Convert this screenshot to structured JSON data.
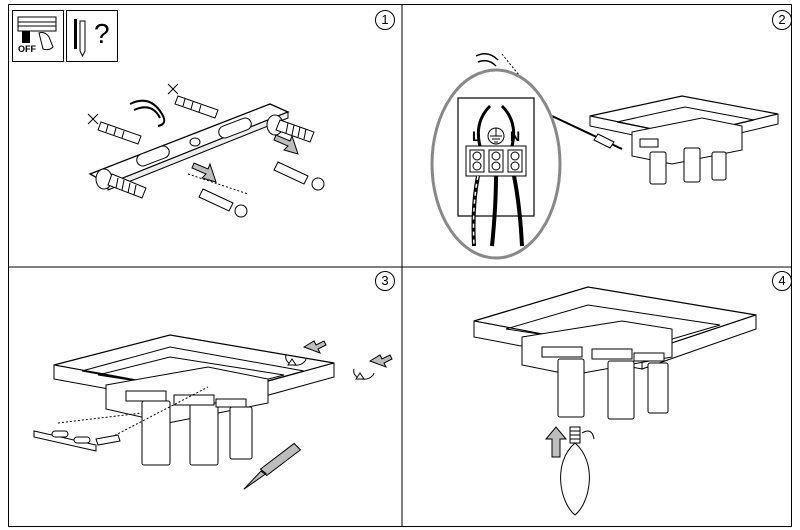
{
  "steps": [
    {
      "number": "1",
      "badges": {
        "switch_label": "OFF",
        "question_mark": "?"
      }
    },
    {
      "number": "2",
      "terminals": {
        "left": "L",
        "right": "N"
      }
    },
    {
      "number": "3"
    },
    {
      "number": "4"
    }
  ],
  "colors": {
    "line": "#000000",
    "arrow_fill": "#bdbdbd",
    "background": "#ffffff"
  },
  "icons": [
    "power-off-icon",
    "drill-tools-icon",
    "ground-symbol-icon",
    "arrow-icon",
    "rotate-icon"
  ]
}
